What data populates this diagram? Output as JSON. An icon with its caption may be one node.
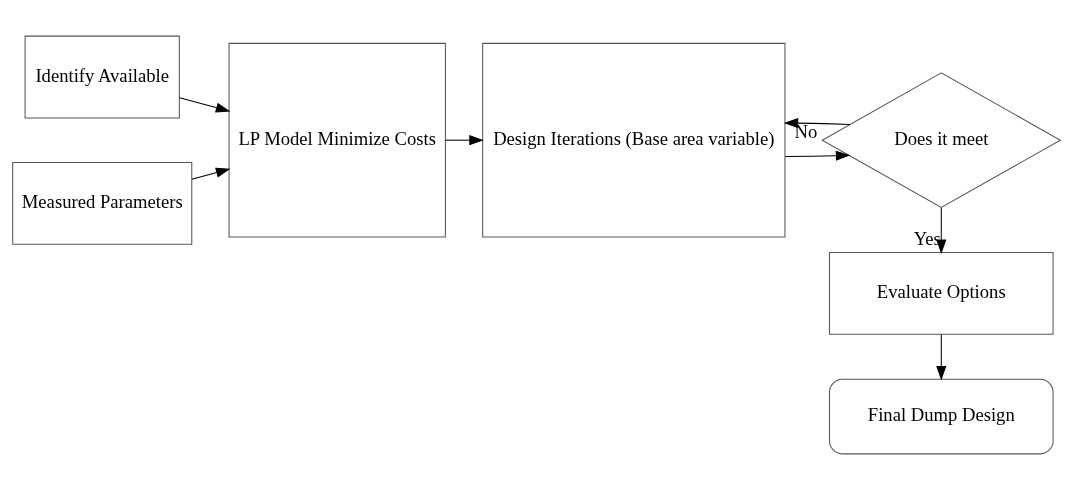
{
  "diagram": {
    "nodes": [
      {
        "text": [
          "Identify Available"
        ]
      },
      {
        "text": [
          "Measured Parameters"
        ]
      },
      {
        "text": [
          "LP Model Minimize Costs"
        ]
      },
      {
        "text": [
          "Design Iterations (Base area variable)"
        ]
      },
      {
        "text": [
          "Does it meet"
        ]
      },
      {
        "text": [
          "Evaluate Options"
        ]
      },
      {
        "text": [
          "Final Dump Design"
        ]
      }
    ],
    "edges": [
      {
        "from": 0,
        "to": 2,
        "arrow": "to"
      },
      {
        "from": 1,
        "to": 2,
        "arrow": "to"
      },
      {
        "from": 2,
        "to": 3,
        "arrow": "to"
      },
      {
        "from": 3,
        "to": 4,
        "arrow": "to"
      },
      {
        "from": 4,
        "to": 3,
        "arrow": "to",
        "label": "No"
      },
      {
        "from": 4,
        "to": 5,
        "arrow": "to",
        "label": "Yes"
      },
      {
        "from": 5,
        "to": 6,
        "arrow": "to"
      }
    ]
  }
}
